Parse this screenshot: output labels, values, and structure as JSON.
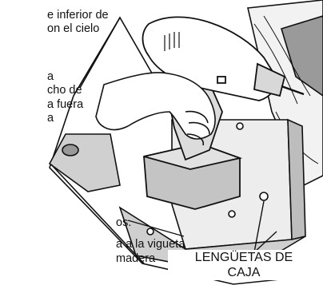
{
  "instructions": {
    "lines_top": [
      "e inferior de",
      "on el cielo",
      "",
      "a",
      "cho de",
      "a fuera",
      "a"
    ],
    "lines_bottom": [
      "os.",
      "a a la vigueta",
      "madera"
    ]
  },
  "callout": {
    "line1": "LENGÜETAS DE",
    "line2": "CAJA"
  },
  "colors": {
    "ink": "#111111",
    "shade": "#bdbdbd",
    "light": "#e6e6e6",
    "paper": "#ffffff"
  },
  "icons": {
    "drill": "cordless-drill-illustration",
    "hand": "hand-illustration",
    "box": "ceiling-box-illustration"
  }
}
